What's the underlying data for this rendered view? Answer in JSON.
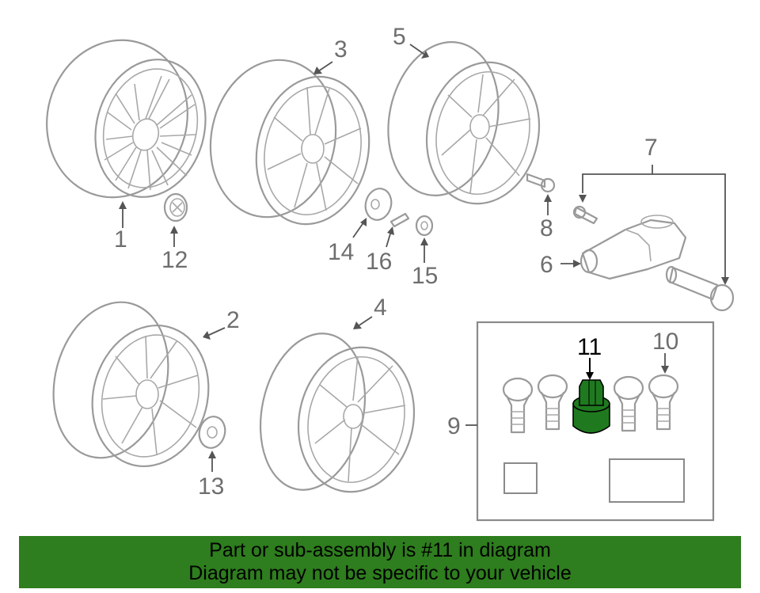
{
  "callouts": [
    {
      "id": "label-1",
      "text": "1"
    },
    {
      "id": "label-2",
      "text": "2"
    },
    {
      "id": "label-3",
      "text": "3"
    },
    {
      "id": "label-4",
      "text": "4"
    },
    {
      "id": "label-5",
      "text": "5"
    },
    {
      "id": "label-6",
      "text": "6"
    },
    {
      "id": "label-7",
      "text": "7"
    },
    {
      "id": "label-8",
      "text": "8"
    },
    {
      "id": "label-9",
      "text": "9"
    },
    {
      "id": "label-10",
      "text": "10"
    },
    {
      "id": "label-11",
      "text": "11"
    },
    {
      "id": "label-12",
      "text": "12"
    },
    {
      "id": "label-13",
      "text": "13"
    },
    {
      "id": "label-14",
      "text": "14"
    },
    {
      "id": "label-15",
      "text": "15"
    },
    {
      "id": "label-16",
      "text": "16"
    }
  ],
  "highlight": {
    "part": "11",
    "color": "#1f7a1f"
  },
  "banner": {
    "line1": "Part or sub-assembly is #11 in diagram",
    "line2": "Diagram may not be specific to your vehicle",
    "color": "#2e7d1e"
  }
}
